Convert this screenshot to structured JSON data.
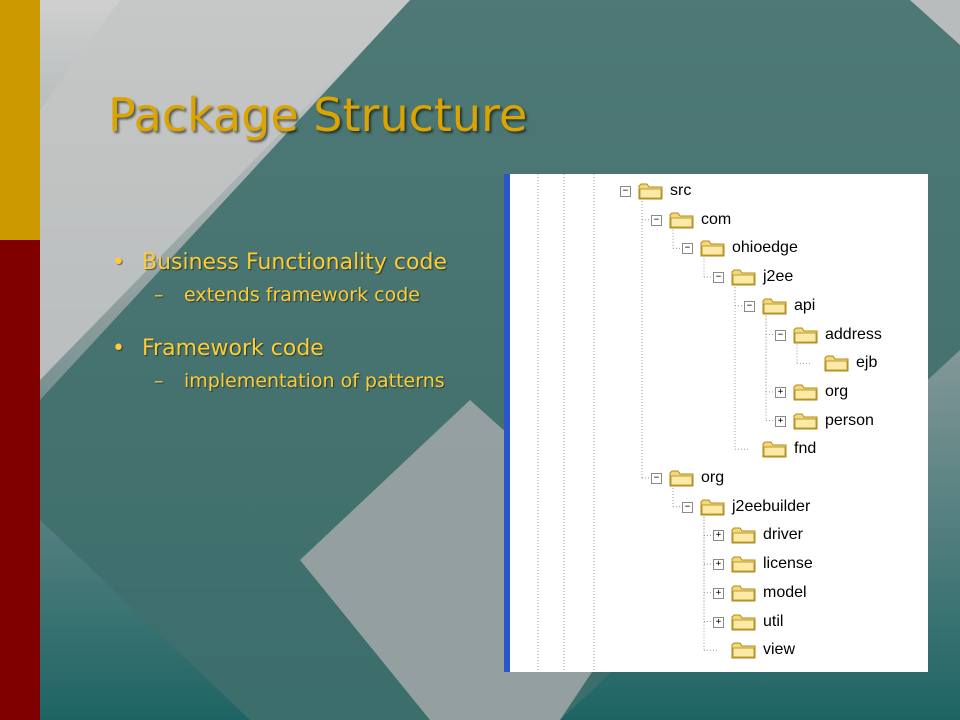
{
  "slide": {
    "title": "Package Structure",
    "bullets": [
      {
        "text": "Business Functionality code",
        "sub": "extends framework code"
      },
      {
        "text": "Framework code",
        "sub": "implementation of patterns"
      }
    ],
    "bullet_marker": "•",
    "sub_marker": "–"
  },
  "tree": {
    "nodes": [
      {
        "label": "src",
        "depth": 0,
        "toggle": "−"
      },
      {
        "label": "com",
        "depth": 1,
        "toggle": "−"
      },
      {
        "label": "ohioedge",
        "depth": 2,
        "toggle": "−"
      },
      {
        "label": "j2ee",
        "depth": 3,
        "toggle": "−"
      },
      {
        "label": "api",
        "depth": 4,
        "toggle": "−"
      },
      {
        "label": "address",
        "depth": 5,
        "toggle": "−"
      },
      {
        "label": "ejb",
        "depth": 6,
        "toggle": ""
      },
      {
        "label": "org",
        "depth": 5,
        "toggle": "+"
      },
      {
        "label": "person",
        "depth": 5,
        "toggle": "+"
      },
      {
        "label": "fnd",
        "depth": 4,
        "toggle": ""
      },
      {
        "label": "org",
        "depth": 1,
        "toggle": "−"
      },
      {
        "label": "j2eebuilder",
        "depth": 2,
        "toggle": "−"
      },
      {
        "label": "driver",
        "depth": 3,
        "toggle": "+"
      },
      {
        "label": "license",
        "depth": 3,
        "toggle": "+"
      },
      {
        "label": "model",
        "depth": 3,
        "toggle": "+"
      },
      {
        "label": "util",
        "depth": 3,
        "toggle": "+"
      },
      {
        "label": "view",
        "depth": 3,
        "toggle": ""
      }
    ]
  },
  "colors": {
    "title": "#dca400",
    "bullet_text": "#ffcc33",
    "gold_bar": "#cc9900",
    "red_bar": "#800000",
    "folder": "#f5d678",
    "tree_edge": "#2a56c8"
  }
}
